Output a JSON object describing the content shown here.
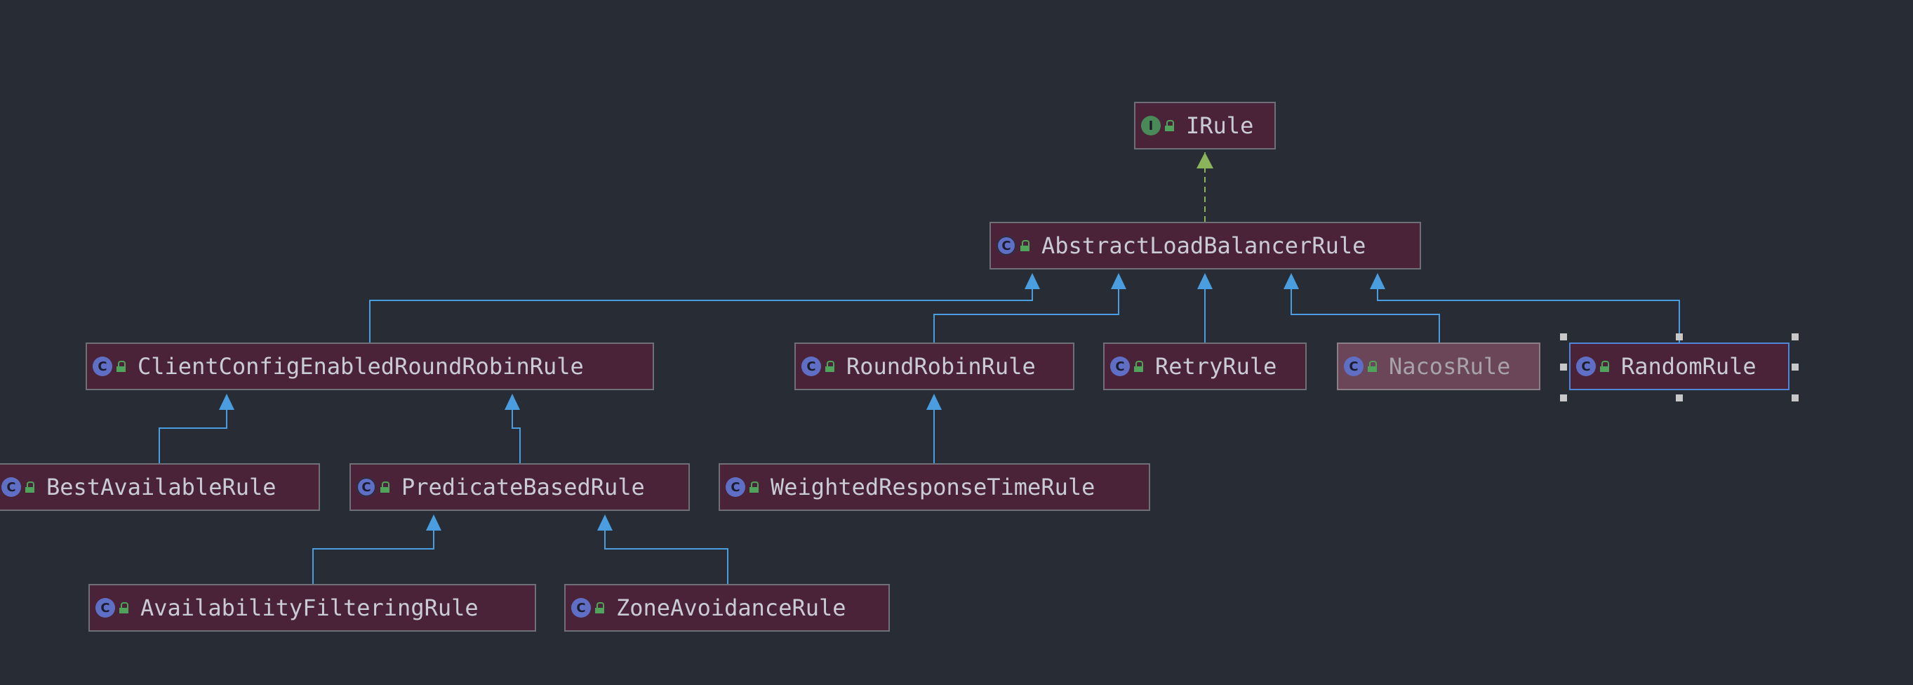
{
  "diagram": {
    "nodes": {
      "irule": {
        "label": "IRule",
        "kind": "interface",
        "icon": "interface-icon"
      },
      "abstract_lb_rule": {
        "label": "AbstractLoadBalancerRule",
        "kind": "abstract-class",
        "icon": "abstract-class-icon"
      },
      "client_config_rr_rule": {
        "label": "ClientConfigEnabledRoundRobinRule",
        "kind": "class",
        "icon": "class-icon"
      },
      "round_robin_rule": {
        "label": "RoundRobinRule",
        "kind": "class",
        "icon": "class-icon"
      },
      "retry_rule": {
        "label": "RetryRule",
        "kind": "class",
        "icon": "class-icon"
      },
      "nacos_rule": {
        "label": "NacosRule",
        "kind": "class",
        "icon": "class-icon",
        "state": "dimmed"
      },
      "random_rule": {
        "label": "RandomRule",
        "kind": "class",
        "icon": "class-icon",
        "state": "selected"
      },
      "best_available_rule": {
        "label": "BestAvailableRule",
        "kind": "class",
        "icon": "class-icon"
      },
      "predicate_based_rule": {
        "label": "PredicateBasedRule",
        "kind": "abstract-class",
        "icon": "abstract-class-icon"
      },
      "weighted_response_time_rule": {
        "label": "WeightedResponseTimeRule",
        "kind": "class",
        "icon": "class-icon"
      },
      "availability_filtering_rule": {
        "label": "AvailabilityFilteringRule",
        "kind": "class",
        "icon": "class-icon"
      },
      "zone_avoidance_rule": {
        "label": "ZoneAvoidanceRule",
        "kind": "class",
        "icon": "class-icon"
      }
    },
    "edges": [
      {
        "from": "AbstractLoadBalancerRule",
        "to": "IRule",
        "type": "implements"
      },
      {
        "from": "ClientConfigEnabledRoundRobinRule",
        "to": "AbstractLoadBalancerRule",
        "type": "extends"
      },
      {
        "from": "RoundRobinRule",
        "to": "AbstractLoadBalancerRule",
        "type": "extends"
      },
      {
        "from": "RetryRule",
        "to": "AbstractLoadBalancerRule",
        "type": "extends"
      },
      {
        "from": "NacosRule",
        "to": "AbstractLoadBalancerRule",
        "type": "extends"
      },
      {
        "from": "RandomRule",
        "to": "AbstractLoadBalancerRule",
        "type": "extends"
      },
      {
        "from": "BestAvailableRule",
        "to": "ClientConfigEnabledRoundRobinRule",
        "type": "extends"
      },
      {
        "from": "PredicateBasedRule",
        "to": "ClientConfigEnabledRoundRobinRule",
        "type": "extends"
      },
      {
        "from": "WeightedResponseTimeRule",
        "to": "RoundRobinRule",
        "type": "extends"
      },
      {
        "from": "AvailabilityFilteringRule",
        "to": "PredicateBasedRule",
        "type": "extends"
      },
      {
        "from": "ZoneAvoidanceRule",
        "to": "PredicateBasedRule",
        "type": "extends"
      }
    ],
    "colors": {
      "background": "#282c34",
      "node_fill": "#4b2339",
      "node_border": "#6f6f78",
      "extends_edge": "#4a9ee0",
      "implements_edge": "#8ab35a",
      "selection": "#4f86d8"
    }
  }
}
